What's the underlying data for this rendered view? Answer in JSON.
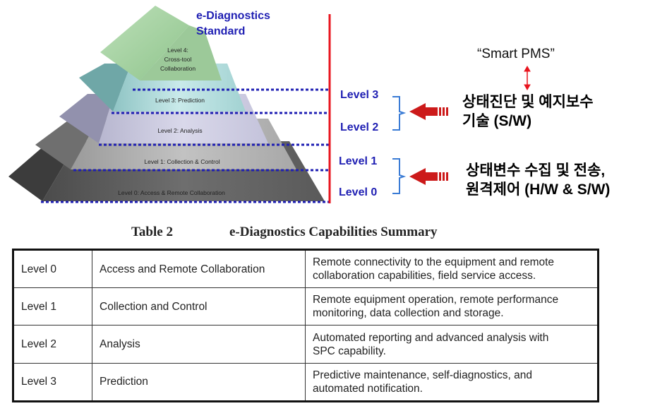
{
  "standard_title": [
    "e-Diagnostics",
    "Standard"
  ],
  "pyramid_tiers": [
    "Level 4:",
    "Cross-tool",
    "Collaboration",
    "Level 3:  Prediction",
    "Level 2:  Analysis",
    "Level 1:  Collection & Control",
    "Level 0:  Access & Remote Collaboration"
  ],
  "level_markers": [
    "Level 3",
    "Level 2",
    "Level 1",
    "Level 0"
  ],
  "smart_pms": "“Smart PMS”",
  "upper_group_text": [
    "상태진단 및 예지보수",
    "기술  (S/W)"
  ],
  "lower_group_text": [
    "상태변수 수집 및 전송,",
    "원격제어 (H/W & S/W)"
  ],
  "table": {
    "number": "Table 2",
    "title": "e-Diagnostics Capabilities Summary",
    "rows": [
      {
        "level": "Level 0",
        "name": "Access and Remote Collaboration",
        "desc": [
          "Remote connectivity to the equipment and remote",
          "collaboration capabilities, field service access."
        ]
      },
      {
        "level": "Level 1",
        "name": "Collection and Control",
        "desc": [
          "Remote equipment operation, remote performance",
          "monitoring, data collection and storage."
        ]
      },
      {
        "level": "Level 2",
        "name": "Analysis",
        "desc": [
          "Automated reporting and advanced analysis with",
          "SPC capability."
        ]
      },
      {
        "level": "Level 3",
        "name": "Prediction",
        "desc": [
          "Predictive maintenance, self-diagnostics, and",
          "automated notification."
        ]
      }
    ]
  },
  "colors": {
    "marker_blue": "#1f1fb3",
    "divider_red": "#e8141e",
    "arrow_red": "#cc1a1a",
    "bracket_blue": "#3a7bd5"
  }
}
